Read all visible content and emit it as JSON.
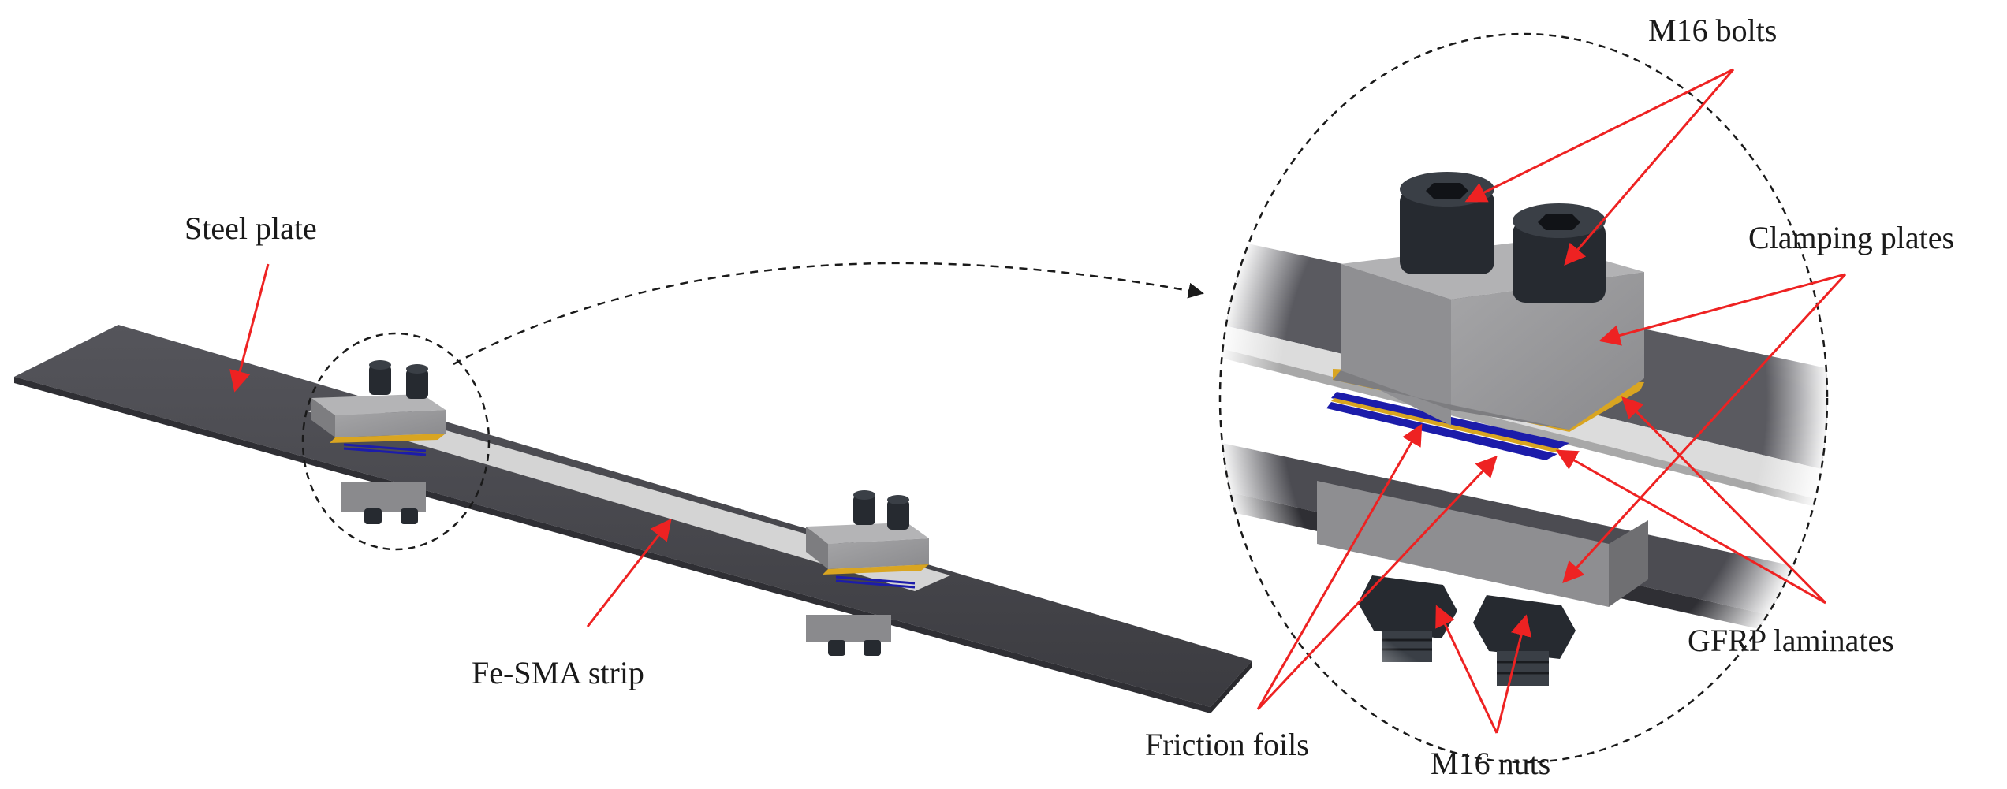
{
  "labels": {
    "steel_plate": "Steel plate",
    "fe_sma_strip": "Fe-SMA strip",
    "m16_bolts": "M16 bolts",
    "clamping_plates": "Clamping plates",
    "gfrp_laminates": "GFRP laminates",
    "friction_foils": "Friction foils",
    "m16_nuts": "M16 nuts"
  },
  "colors": {
    "steel": "#4a4a50",
    "steel_dark": "#2f2f34",
    "strip": "#d4d4d4",
    "clamp": "#9a9a9c",
    "clamp_dark": "#7d7d80",
    "gfrp": "#d9a521",
    "foil": "#1c1caa",
    "bolt": "#262a30",
    "arrow": "#ee2222",
    "dash": "#1a1a1a"
  }
}
